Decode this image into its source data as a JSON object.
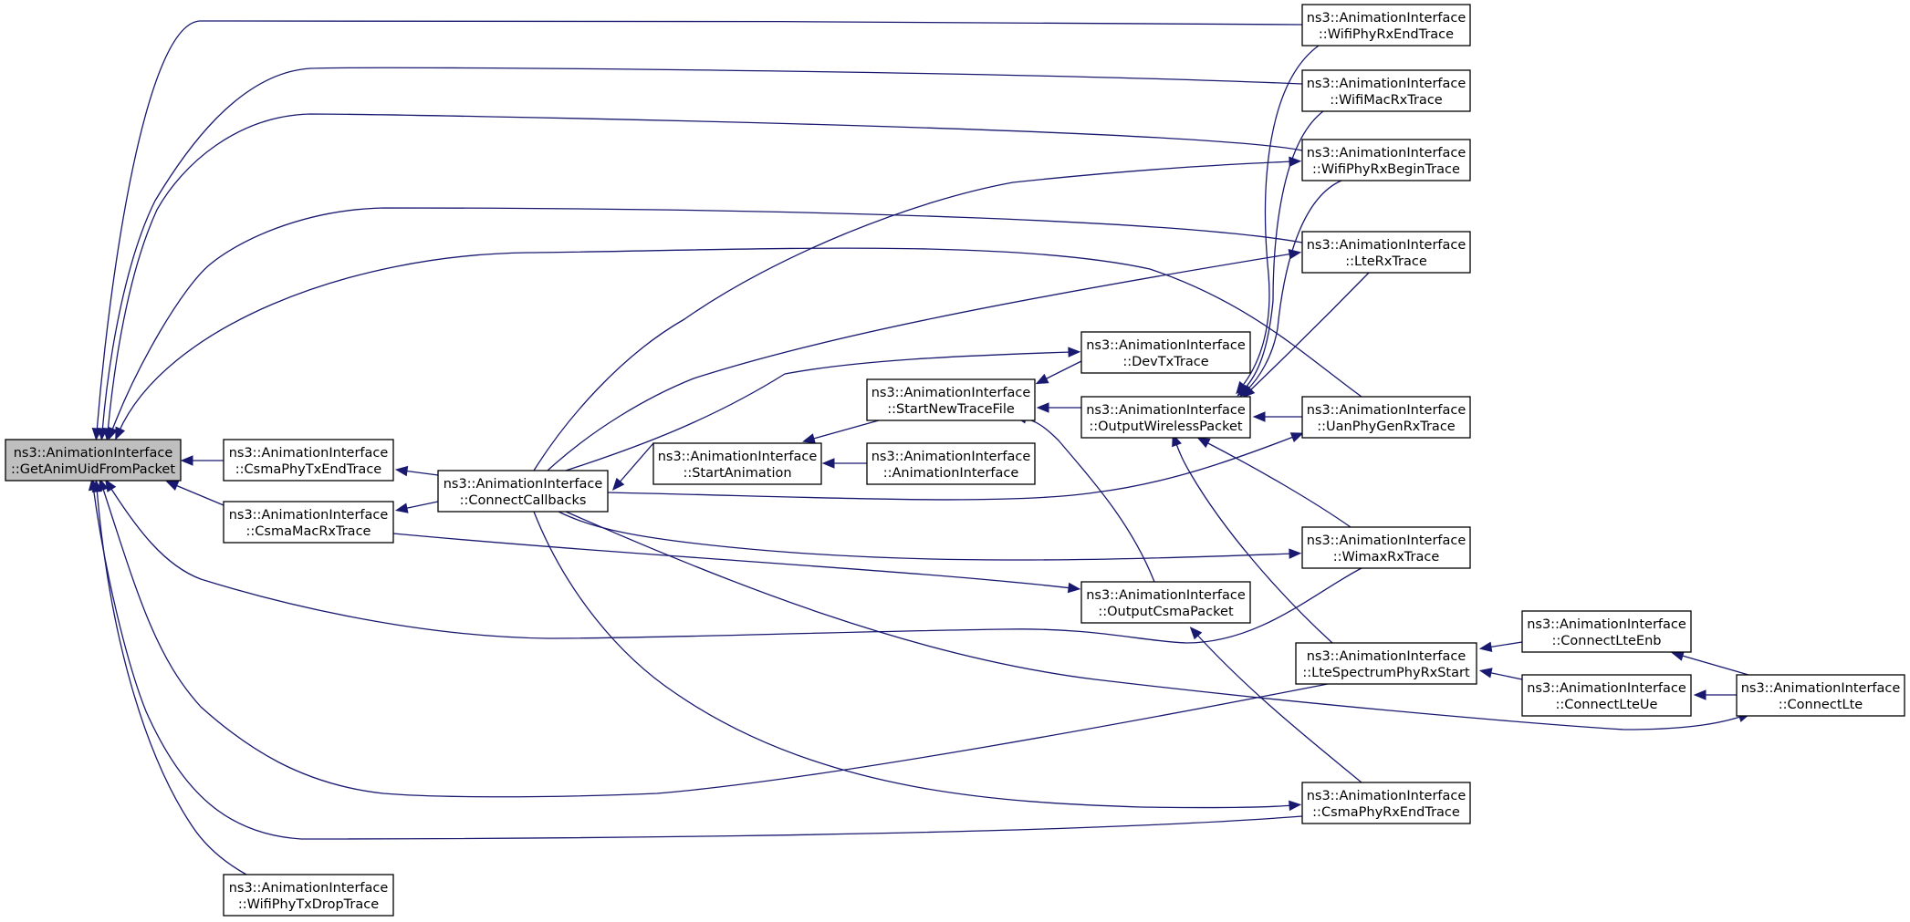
{
  "nodes": [
    {
      "id": "getanimuid",
      "line1": "ns3::AnimationInterface",
      "line2": "::GetAnimUidFromPacket",
      "root": true
    },
    {
      "id": "csmaphytxend",
      "line1": "ns3::AnimationInterface",
      "line2": "::CsmaPhyTxEndTrace"
    },
    {
      "id": "csmamacrx",
      "line1": "ns3::AnimationInterface",
      "line2": "::CsmaMacRxTrace"
    },
    {
      "id": "wifiphytxdrop",
      "line1": "ns3::AnimationInterface",
      "line2": "::WifiPhyTxDropTrace"
    },
    {
      "id": "connectcallbacks",
      "line1": "ns3::AnimationInterface",
      "line2": "::ConnectCallbacks"
    },
    {
      "id": "startanimation",
      "line1": "ns3::AnimationInterface",
      "line2": "::StartAnimation"
    },
    {
      "id": "startnewtracefile",
      "line1": "ns3::AnimationInterface",
      "line2": "::StartNewTraceFile"
    },
    {
      "id": "animationinterface",
      "line1": "ns3::AnimationInterface",
      "line2": "::AnimationInterface"
    },
    {
      "id": "devtx",
      "line1": "ns3::AnimationInterface",
      "line2": "::DevTxTrace"
    },
    {
      "id": "outputwireless",
      "line1": "ns3::AnimationInterface",
      "line2": "::OutputWirelessPacket"
    },
    {
      "id": "outputcsma",
      "line1": "ns3::AnimationInterface",
      "line2": "::OutputCsmaPacket"
    },
    {
      "id": "wifiphyrxend",
      "line1": "ns3::AnimationInterface",
      "line2": "::WifiPhyRxEndTrace"
    },
    {
      "id": "wifimacrx",
      "line1": "ns3::AnimationInterface",
      "line2": "::WifiMacRxTrace"
    },
    {
      "id": "wifiphyrxbegin",
      "line1": "ns3::AnimationInterface",
      "line2": "::WifiPhyRxBeginTrace"
    },
    {
      "id": "lterx",
      "line1": "ns3::AnimationInterface",
      "line2": "::LteRxTrace"
    },
    {
      "id": "uanphygenrx",
      "line1": "ns3::AnimationInterface",
      "line2": "::UanPhyGenRxTrace"
    },
    {
      "id": "wimaxrx",
      "line1": "ns3::AnimationInterface",
      "line2": "::WimaxRxTrace"
    },
    {
      "id": "ltespectrum",
      "line1": "ns3::AnimationInterface",
      "line2": "::LteSpectrumPhyRxStart"
    },
    {
      "id": "csmaphyrxend",
      "line1": "ns3::AnimationInterface",
      "line2": "::CsmaPhyRxEndTrace"
    },
    {
      "id": "connectlteenb",
      "line1": "ns3::AnimationInterface",
      "line2": "::ConnectLteEnb"
    },
    {
      "id": "connectlteue",
      "line1": "ns3::AnimationInterface",
      "line2": "::ConnectLteUe"
    },
    {
      "id": "connectlte",
      "line1": "ns3::AnimationInterface",
      "line2": "::ConnectLte"
    }
  ],
  "edges": [
    {
      "from": "csmaphytxend",
      "to": "getanimuid"
    },
    {
      "from": "csmamacrx",
      "to": "getanimuid"
    },
    {
      "from": "wifiphytxdrop",
      "to": "getanimuid"
    },
    {
      "from": "wifiphyrxend",
      "to": "getanimuid"
    },
    {
      "from": "wifimacrx",
      "to": "getanimuid"
    },
    {
      "from": "wifiphyrxbegin",
      "to": "getanimuid"
    },
    {
      "from": "lterx",
      "to": "getanimuid"
    },
    {
      "from": "uanphygenrx",
      "to": "getanimuid"
    },
    {
      "from": "wimaxrx",
      "to": "getanimuid"
    },
    {
      "from": "ltespectrum",
      "to": "getanimuid"
    },
    {
      "from": "csmaphyrxend",
      "to": "getanimuid"
    },
    {
      "from": "connectcallbacks",
      "to": "csmaphytxend"
    },
    {
      "from": "connectcallbacks",
      "to": "csmamacrx"
    },
    {
      "from": "startanimation",
      "to": "connectcallbacks"
    },
    {
      "from": "startnewtracefile",
      "to": "startanimation"
    },
    {
      "from": "animationinterface",
      "to": "startanimation"
    },
    {
      "from": "devtx",
      "to": "startnewtracefile"
    },
    {
      "from": "outputwireless",
      "to": "startnewtracefile"
    },
    {
      "from": "outputcsma",
      "to": "startnewtracefile"
    },
    {
      "from": "connectcallbacks",
      "to": "devtx"
    },
    {
      "from": "connectcallbacks",
      "to": "wifiphyrxbegin"
    },
    {
      "from": "connectcallbacks",
      "to": "lterx"
    },
    {
      "from": "connectcallbacks",
      "to": "uanphygenrx"
    },
    {
      "from": "connectcallbacks",
      "to": "wimaxrx"
    },
    {
      "from": "connectcallbacks",
      "to": "csmaphyrxend"
    },
    {
      "from": "connectcallbacks",
      "to": "connectlte"
    },
    {
      "from": "csmamacrx",
      "to": "outputcsma"
    },
    {
      "from": "csmaphyrxend",
      "to": "outputcsma"
    },
    {
      "from": "wifiphyrxend",
      "to": "outputwireless"
    },
    {
      "from": "wifimacrx",
      "to": "outputwireless"
    },
    {
      "from": "wifiphyrxbegin",
      "to": "outputwireless"
    },
    {
      "from": "lterx",
      "to": "outputwireless"
    },
    {
      "from": "uanphygenrx",
      "to": "outputwireless"
    },
    {
      "from": "wimaxrx",
      "to": "outputwireless"
    },
    {
      "from": "ltespectrum",
      "to": "outputwireless"
    },
    {
      "from": "connectlteenb",
      "to": "ltespectrum"
    },
    {
      "from": "connectlteue",
      "to": "ltespectrum"
    },
    {
      "from": "connectlte",
      "to": "connectlteenb"
    },
    {
      "from": "connectlte",
      "to": "connectlteue"
    }
  ]
}
